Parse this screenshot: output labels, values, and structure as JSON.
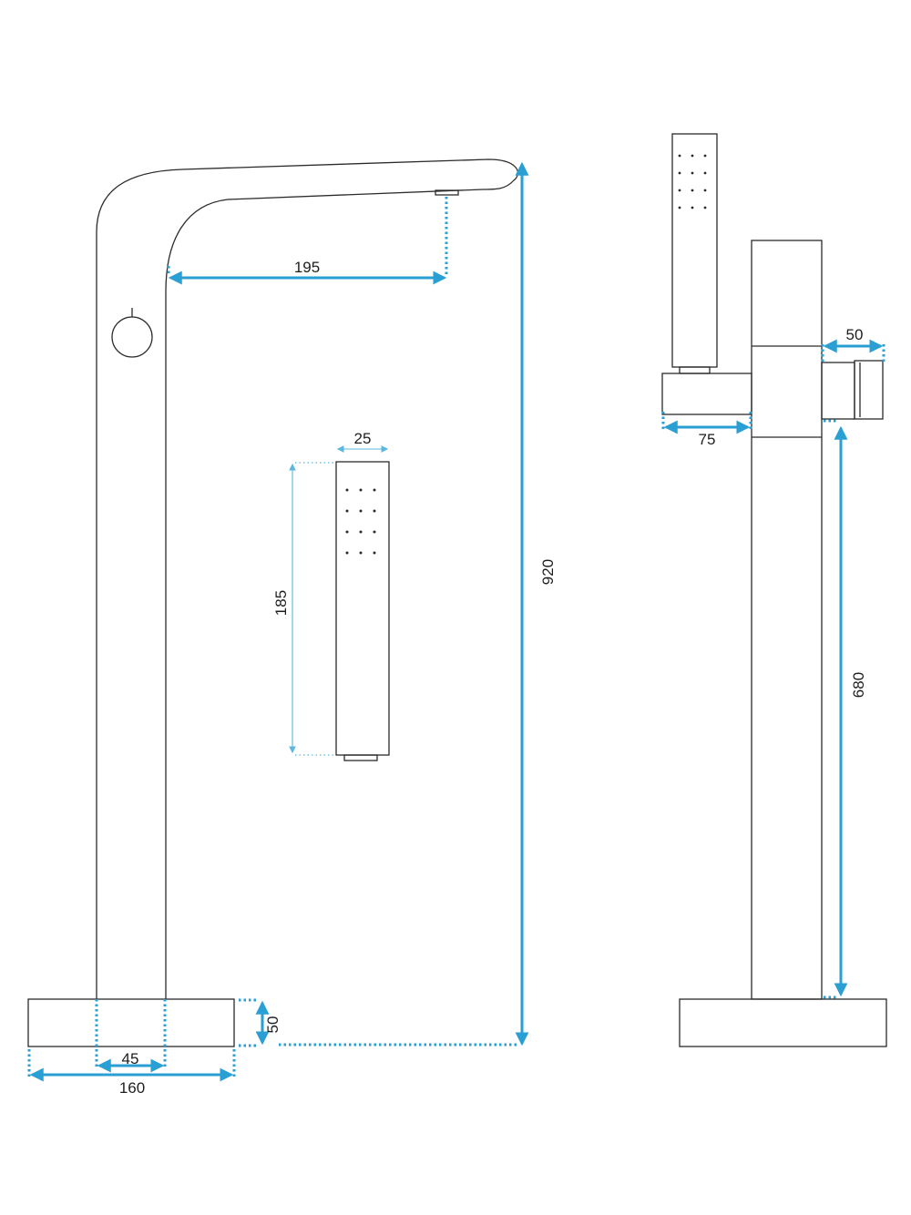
{
  "dimensions": {
    "spout_reach": "195",
    "total_height": "920",
    "hand_shower_width": "25",
    "hand_shower_length": "185",
    "base_width": "160",
    "pipe_width": "45",
    "base_height": "50",
    "holder_depth": "75",
    "side_bracket_depth": "50",
    "holder_height": "680"
  },
  "colors": {
    "dimension_line": "#2a9fd4",
    "outline": "#2b2b2b",
    "background": "#ffffff"
  }
}
